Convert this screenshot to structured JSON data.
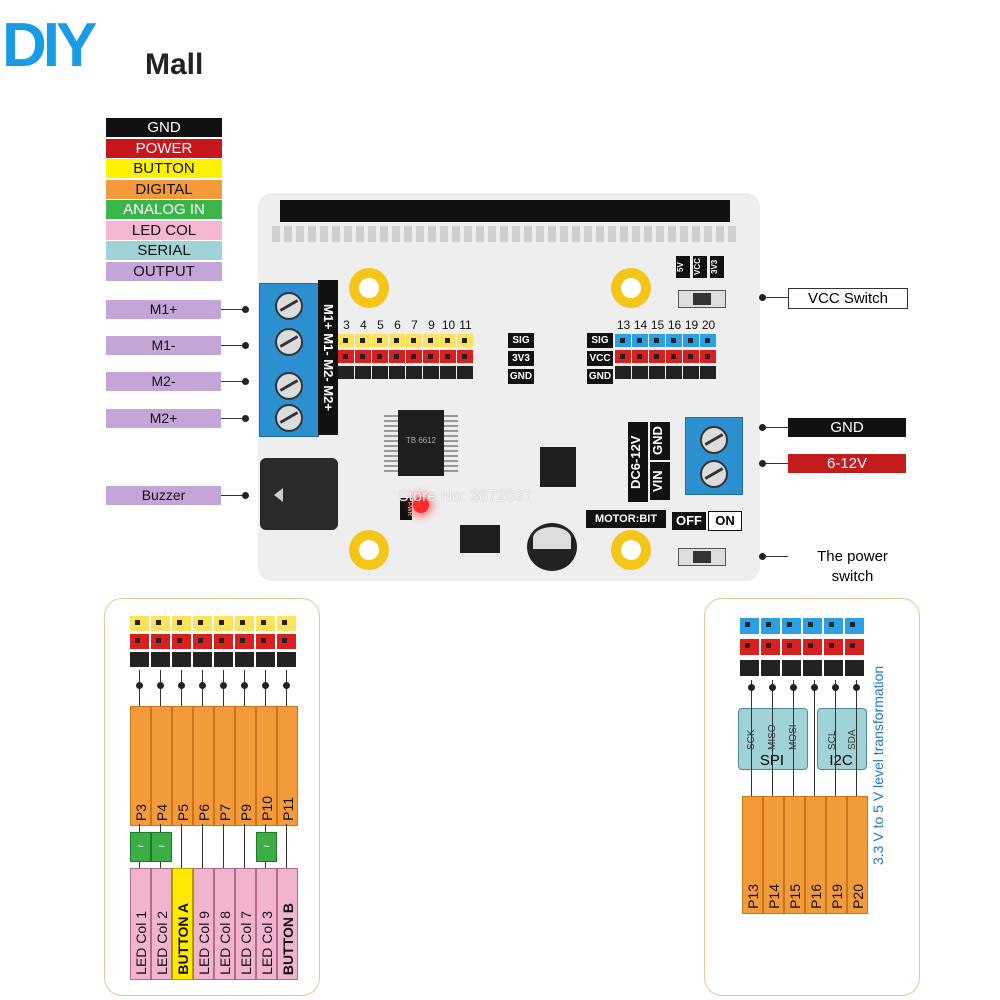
{
  "logo": {
    "diy": "DIY",
    "mall": "Mall"
  },
  "legend": [
    {
      "label": "GND",
      "bg": "#111111",
      "fg": "#ffffff"
    },
    {
      "label": "POWER",
      "bg": "#c8161d",
      "fg": "#ffffff"
    },
    {
      "label": "BUTTON",
      "bg": "#fff200",
      "fg": "#111111"
    },
    {
      "label": "DIGITAL",
      "bg": "#f39a3a",
      "fg": "#111111"
    },
    {
      "label": "ANALOG IN",
      "bg": "#39b54a",
      "fg": "#ffffff"
    },
    {
      "label": "LED COL",
      "bg": "#f4b6d2",
      "fg": "#111111"
    },
    {
      "label": "SERIAL",
      "bg": "#9fd3d6",
      "fg": "#111111"
    },
    {
      "label": "OUTPUT",
      "bg": "#c3a5d8",
      "fg": "#111111"
    }
  ],
  "motor_labels": [
    "M1+",
    "M1-",
    "M2-",
    "M2+"
  ],
  "buzzer_label": "Buzzer",
  "terminal_vertical": "M1+ M1- M2- M2+",
  "left_header": {
    "pins": [
      "3",
      "4",
      "5",
      "6",
      "7",
      "9",
      "10",
      "11"
    ],
    "row_labels": [
      "SIG",
      "3V3",
      "GND"
    ]
  },
  "right_header": {
    "pins": [
      "13",
      "14",
      "15",
      "16",
      "19",
      "20"
    ],
    "row_labels": [
      "SIG",
      "VCC",
      "GND"
    ]
  },
  "vcc_switch": {
    "options": [
      "5V",
      "VCC",
      "3V3"
    ],
    "callout": "VCC Switch"
  },
  "power_terminal": {
    "label1": "DC6-12V",
    "label2": "VIN",
    "label3": "GND"
  },
  "callouts": {
    "gnd": "GND",
    "vin": "6-12V",
    "power_switch_1": "The power",
    "power_switch_2": "switch"
  },
  "board_text": {
    "chip": "TB 6612",
    "motor_bit": "MOTOR:BIT",
    "off": "OFF",
    "on": "ON",
    "pwr": "PWR",
    "watermark": "Store No: 3872037"
  },
  "left_panel": {
    "pins": [
      "P3",
      "P4",
      "P5",
      "P6",
      "P7",
      "P9",
      "P10",
      "P11"
    ],
    "functions": [
      "LED Col 1",
      "LED Col 2",
      "BUTTON A",
      "LED Col 9",
      "LED Col 8",
      "LED Col 7",
      "LED Col 3",
      "BUTTON B"
    ],
    "analog_marks": [
      true,
      true,
      false,
      false,
      false,
      false,
      true,
      false
    ],
    "analog_symbol": "~"
  },
  "right_panel": {
    "pins": [
      "P13",
      "P14",
      "P15",
      "P16",
      "P19",
      "P20"
    ],
    "spi_signals": [
      "SCK",
      "MISO",
      "MOSI"
    ],
    "spi_label": "SPI",
    "i2c_signals": [
      "SCL",
      "SDA"
    ],
    "i2c_label": "I2C",
    "side_text": "3.3 V to 5 V level transformation"
  }
}
